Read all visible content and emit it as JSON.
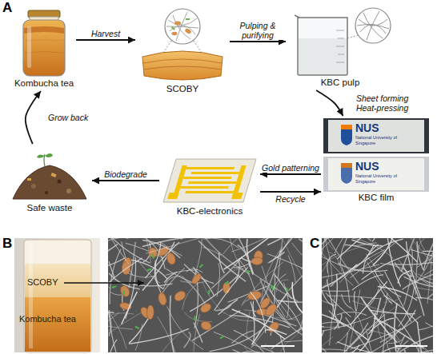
{
  "diagram": {
    "nodes": [
      {
        "text": [
          "Kombucha tea"
        ]
      },
      {
        "text": [
          "SCOBY"
        ]
      },
      {
        "text": [
          "KBC pulp"
        ]
      },
      {
        "text": [
          "KBC film"
        ]
      },
      {
        "text": [
          "KBC-electronics"
        ]
      },
      {
        "text": [
          "Safe waste"
        ]
      }
    ],
    "edges": [
      {
        "from": 0,
        "to": 1,
        "arrow": "to",
        "label": "Harvest"
      },
      {
        "from": 1,
        "to": 2,
        "arrow": "to",
        "label": "Pulping & purifying"
      },
      {
        "from": 2,
        "to": 3,
        "arrow": "to",
        "label": "Sheet forming Heat-pressing"
      },
      {
        "from": 3,
        "to": 4,
        "arrow": "to",
        "label": "Gold patterning"
      },
      {
        "from": 4,
        "to": 3,
        "arrow": "to",
        "label": "Recycle"
      },
      {
        "from": 4,
        "to": 5,
        "arrow": "to",
        "label": "Biodegrade"
      },
      {
        "from": 5,
        "to": 0,
        "arrow": "to",
        "label": "Grow back"
      }
    ],
    "labels": [
      "A",
      "NUS",
      "National University of Singapore",
      "NUS",
      "National University of Singapore",
      "B",
      "SCOBY",
      "Kombucha tea",
      "C"
    ]
  }
}
